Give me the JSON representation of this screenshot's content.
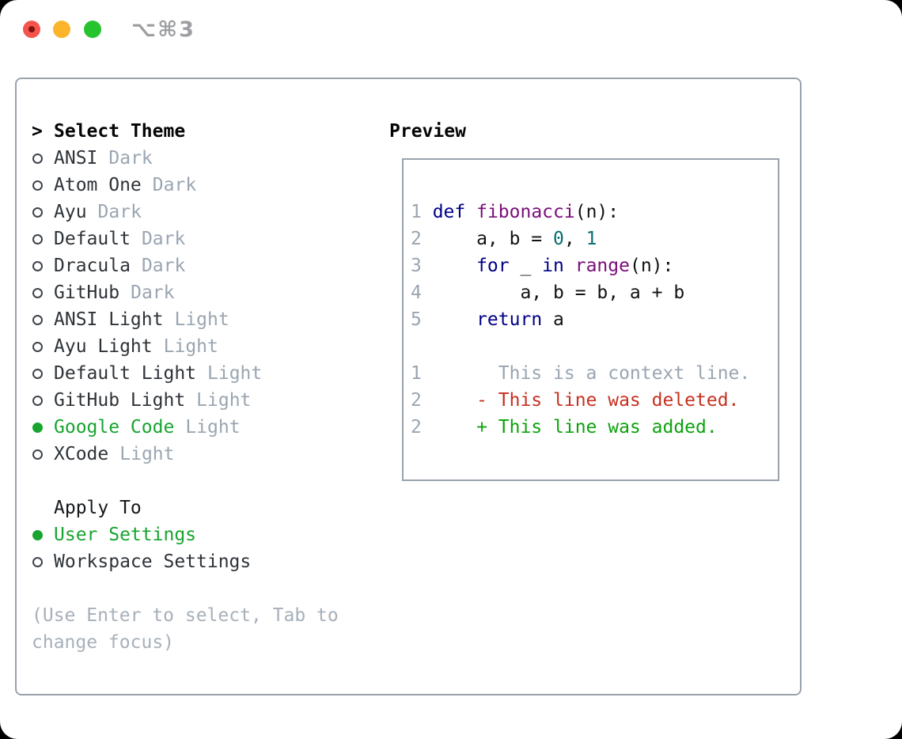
{
  "window": {
    "title": "⌥⌘3"
  },
  "colors": {
    "green": "#17a42f",
    "ink": "#2e3338",
    "muted": "#9aa5b1",
    "hint": "#a7b0ba",
    "border": "#9aa2ad",
    "kwd": "#000088",
    "fn": "#7a0d7a",
    "lit": "#066e6e",
    "del": "#c6301f",
    "add": "#0da30d",
    "title_gray": "#9c9ea1",
    "light_red": "#f5544d",
    "light_yellow": "#fbb42c",
    "light_green": "#27c32f"
  },
  "theme_panel": {
    "header": {
      "marker": ">",
      "label": "Select Theme"
    },
    "themes": [
      {
        "name": "ANSI",
        "variant": "Dark",
        "selected": false
      },
      {
        "name": "Atom One",
        "variant": "Dark",
        "selected": false
      },
      {
        "name": "Ayu",
        "variant": "Dark",
        "selected": false
      },
      {
        "name": "Default",
        "variant": "Dark",
        "selected": false
      },
      {
        "name": "Dracula",
        "variant": "Dark",
        "selected": false
      },
      {
        "name": "GitHub",
        "variant": "Dark",
        "selected": false
      },
      {
        "name": "ANSI Light",
        "variant": "Light",
        "selected": false
      },
      {
        "name": "Ayu Light",
        "variant": "Light",
        "selected": false
      },
      {
        "name": "Default Light",
        "variant": "Light",
        "selected": false
      },
      {
        "name": "GitHub Light",
        "variant": "Light",
        "selected": false
      },
      {
        "name": "Google Code",
        "variant": "Light",
        "selected": true
      },
      {
        "name": "XCode",
        "variant": "Light",
        "selected": false
      }
    ],
    "apply_to": {
      "label": "Apply To",
      "options": [
        {
          "name": "User Settings",
          "selected": true
        },
        {
          "name": "Workspace Settings",
          "selected": false
        }
      ]
    },
    "hint_line1": "(Use Enter to select, Tab to",
    "hint_line2": "change focus)"
  },
  "preview": {
    "label": "Preview",
    "code_lines": [
      {
        "num": "1",
        "segments": [
          {
            "style": "kwd",
            "text": "def"
          },
          {
            "style": "pln",
            "text": " "
          },
          {
            "style": "typ",
            "text": "fibonacci"
          },
          {
            "style": "pln",
            "text": "(n):"
          }
        ]
      },
      {
        "num": "2",
        "segments": [
          {
            "style": "pln",
            "text": "    a, b = "
          },
          {
            "style": "lit",
            "text": "0"
          },
          {
            "style": "pln",
            "text": ", "
          },
          {
            "style": "lit",
            "text": "1"
          }
        ]
      },
      {
        "num": "3",
        "segments": [
          {
            "style": "pln",
            "text": "    "
          },
          {
            "style": "kwd",
            "text": "for"
          },
          {
            "style": "pln",
            "text": " _ "
          },
          {
            "style": "kwd",
            "text": "in"
          },
          {
            "style": "pln",
            "text": " "
          },
          {
            "style": "typ",
            "text": "range"
          },
          {
            "style": "pln",
            "text": "(n):"
          }
        ]
      },
      {
        "num": "4",
        "segments": [
          {
            "style": "pln",
            "text": "        a, b = b, a + b"
          }
        ]
      },
      {
        "num": "5",
        "segments": [
          {
            "style": "pln",
            "text": "    "
          },
          {
            "style": "kwd",
            "text": "return"
          },
          {
            "style": "pln",
            "text": " a"
          }
        ]
      },
      {
        "num": "",
        "segments": []
      },
      {
        "num": "1",
        "segments": [
          {
            "style": "ctx",
            "text": "      This is a context line."
          }
        ]
      },
      {
        "num": "2",
        "segments": [
          {
            "style": "del",
            "text": "    - This line was deleted."
          }
        ]
      },
      {
        "num": "2",
        "segments": [
          {
            "style": "add",
            "text": "    + This line was added."
          }
        ]
      }
    ]
  }
}
